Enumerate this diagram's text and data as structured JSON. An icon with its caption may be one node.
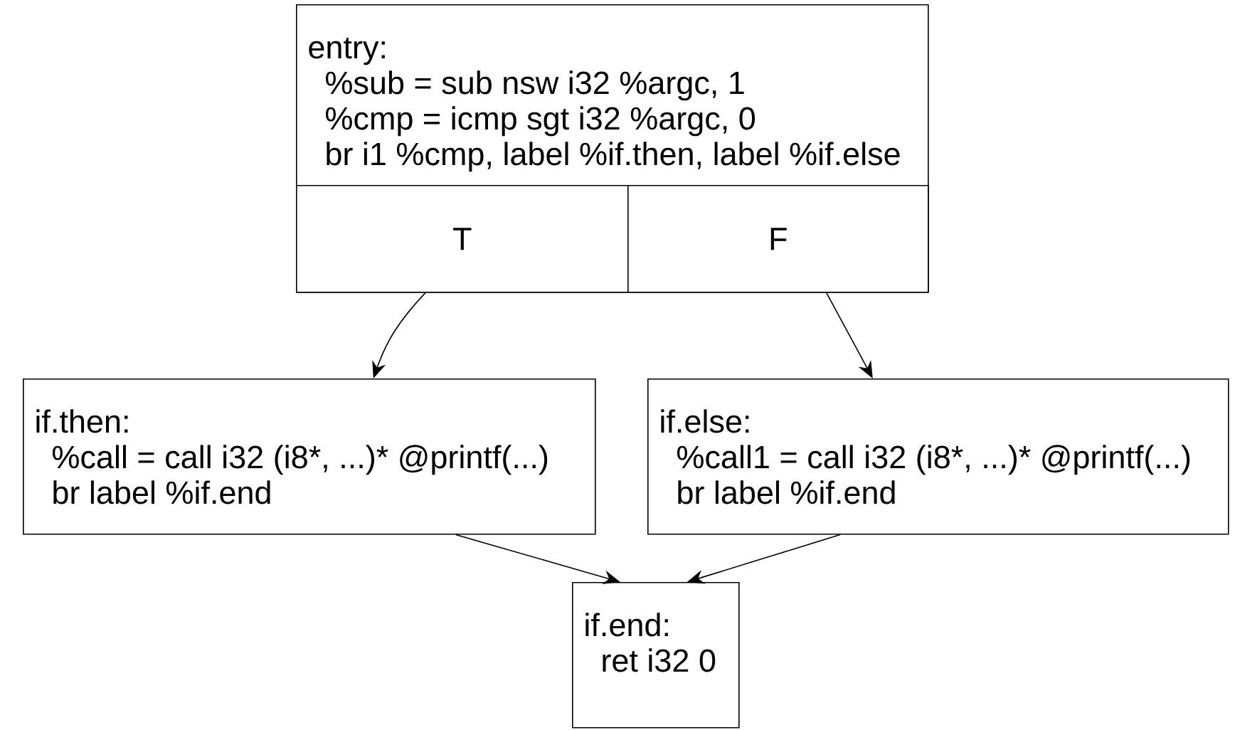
{
  "diagram": {
    "nodes": [
      {
        "text": [
          "entry:",
          "%sub = sub nsw i32 %argc, 1",
          "%cmp = icmp sgt i32 %argc, 0",
          "br i1 %cmp, label %if.then, label %if.else"
        ]
      },
      {
        "text": [
          "T"
        ],
        "in": 0
      },
      {
        "text": [
          "F"
        ],
        "in": 0
      },
      {
        "text": [
          "if.then:",
          "%call = call i32 (i8*, ...)* @printf(...)",
          "br label %if.end"
        ]
      },
      {
        "text": [
          "if.else:",
          "%call1 = call i32 (i8*, ...)* @printf(...)",
          "br label %if.end"
        ]
      },
      {
        "text": [
          "if.end:",
          "ret i32 0"
        ]
      }
    ],
    "edges": [
      {
        "from": 1,
        "to": 3,
        "arrow": "to"
      },
      {
        "from": 2,
        "to": 4,
        "arrow": "to"
      },
      {
        "from": 3,
        "to": 5,
        "arrow": "to"
      },
      {
        "from": 4,
        "to": 5,
        "arrow": "to"
      }
    ]
  }
}
